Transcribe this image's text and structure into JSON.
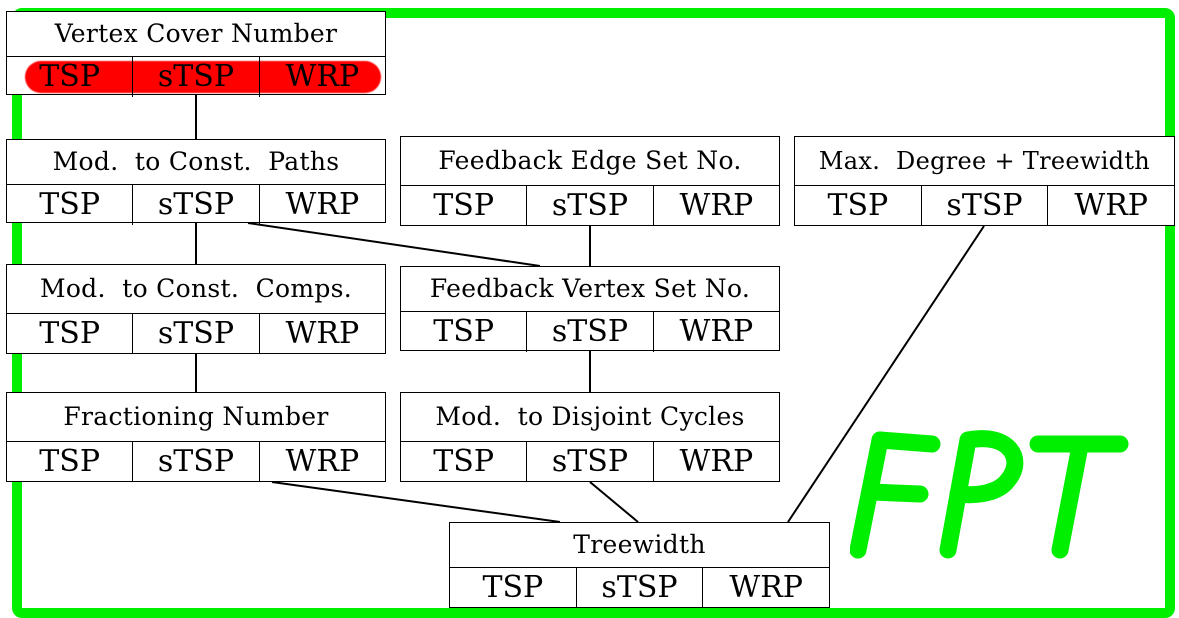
{
  "colors": {
    "fpt_green": "#00ee00",
    "highlight_red": "#ff0000",
    "line": "#000000"
  },
  "fpt_label": "FPT",
  "params": [
    {
      "id": "vc",
      "title": "Vertex Cover Number",
      "cells": [
        "TSP",
        "sTSP",
        "WRP"
      ],
      "highlighted": true
    },
    {
      "id": "mcp",
      "title": "Mod.  to Const.  Paths",
      "cells": [
        "TSP",
        "sTSP",
        "WRP"
      ],
      "highlighted": false
    },
    {
      "id": "mcc",
      "title": "Mod.  to Const.  Comps.",
      "cells": [
        "TSP",
        "sTSP",
        "WRP"
      ],
      "highlighted": false
    },
    {
      "id": "fn",
      "title": "Fractioning Number",
      "cells": [
        "TSP",
        "sTSP",
        "WRP"
      ],
      "highlighted": false
    },
    {
      "id": "fes",
      "title": "Feedback Edge Set No.",
      "cells": [
        "TSP",
        "sTSP",
        "WRP"
      ],
      "highlighted": false
    },
    {
      "id": "fvs",
      "title": "Feedback Vertex Set No.",
      "cells": [
        "TSP",
        "sTSP",
        "WRP"
      ],
      "highlighted": false
    },
    {
      "id": "mdc",
      "title": "Mod.  to Disjoint Cycles",
      "cells": [
        "TSP",
        "sTSP",
        "WRP"
      ],
      "highlighted": false
    },
    {
      "id": "mdt",
      "title": "Max.  Degree + Treewidth",
      "cells": [
        "TSP",
        "sTSP",
        "WRP"
      ],
      "highlighted": false
    },
    {
      "id": "tw",
      "title": "Treewidth",
      "cells": [
        "TSP",
        "sTSP",
        "WRP"
      ],
      "highlighted": false
    }
  ],
  "edges": [
    [
      "vc",
      "mcp"
    ],
    [
      "mcp",
      "mcc"
    ],
    [
      "mcp",
      "fvs"
    ],
    [
      "mcc",
      "fn"
    ],
    [
      "fes",
      "fvs"
    ],
    [
      "fvs",
      "mdc"
    ],
    [
      "fn",
      "tw"
    ],
    [
      "mdc",
      "tw"
    ],
    [
      "mdt",
      "tw"
    ]
  ]
}
